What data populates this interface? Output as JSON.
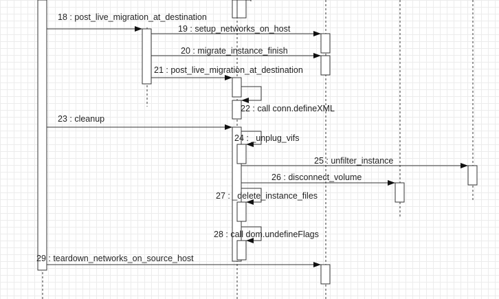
{
  "messages": [
    {
      "id": "m18",
      "text": "18 : post_live_migration_at_destination"
    },
    {
      "id": "m19",
      "text": "19 : setup_networks_on_host"
    },
    {
      "id": "m20",
      "text": "20 : migrate_instance_finish"
    },
    {
      "id": "m21",
      "text": "21 : post_live_migration_at_destination"
    },
    {
      "id": "m22",
      "text": "22 : call conn.defineXML"
    },
    {
      "id": "m23",
      "text": "23 : cleanup"
    },
    {
      "id": "m24",
      "text": "24 : _unplug_vifs"
    },
    {
      "id": "m25",
      "text": "25 : unfilter_instance"
    },
    {
      "id": "m26",
      "text": "26 : disconnect_volume"
    },
    {
      "id": "m27",
      "text": "27 : _delete_instance_files"
    },
    {
      "id": "m28",
      "text": "28 : call dom.undefineFlags"
    },
    {
      "id": "m29",
      "text": "29 : teardown_networks_on_source_host"
    }
  ]
}
